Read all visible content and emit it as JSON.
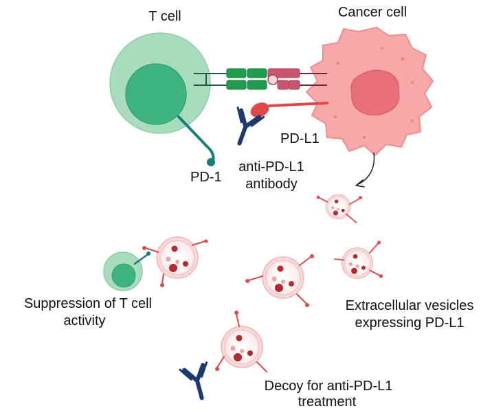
{
  "labels": {
    "t_cell": "T cell",
    "cancer_cell": "Cancer cell",
    "pd_l1": "PD-L1",
    "pd_1": "PD-1",
    "anti_pd_l1_line1": "anti-PD-L1",
    "anti_pd_l1_line2": "antibody",
    "suppression_line1": "Suppression of T cell",
    "suppression_line2": "activity",
    "ev_line1": "Extracellular vesicles",
    "ev_line2": "expressing PD-L1",
    "decoy_line1": "Decoy for anti-PD-L1",
    "decoy_line2": "treatment"
  },
  "colors": {
    "t_cell_outer": "#a9dcbd",
    "t_cell_inner": "#3fb482",
    "pd1_stem": "#167d78",
    "cancer_cell": "#f7a8a8",
    "cancer_nucleus": "#ea7078",
    "pd_l1": "#e04848",
    "antibody": "#1c3a6e",
    "vesicle_ring": "#f6c4c4",
    "vesicle_dot": "#b22a2a",
    "receptor_green": "#1f9c4e",
    "receptor_pink": "#c8566e"
  }
}
